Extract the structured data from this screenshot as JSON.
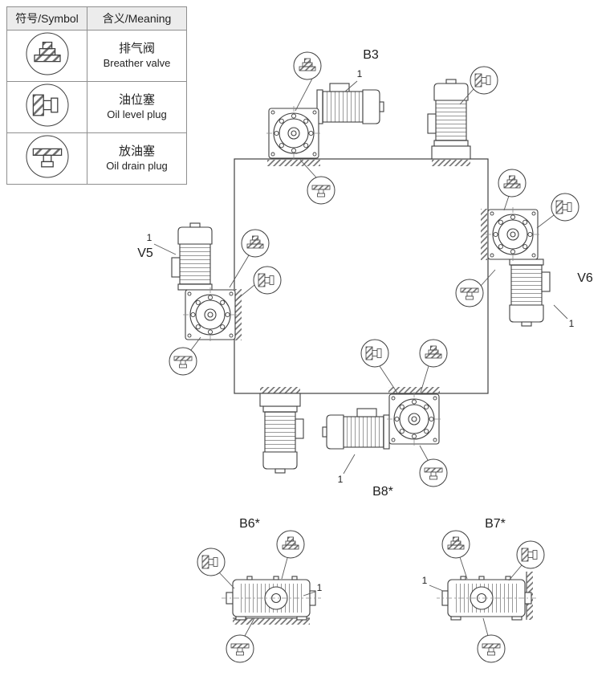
{
  "legend": {
    "header_symbol": "符号/Symbol",
    "header_meaning": "含义/Meaning",
    "rows": [
      {
        "icon": "breather-valve-icon",
        "zh": "排气阀",
        "en": "Breather valve"
      },
      {
        "icon": "oil-level-plug-icon",
        "zh": "油位塞",
        "en": "Oil level plug"
      },
      {
        "icon": "oil-drain-plug-icon",
        "zh": "放油塞",
        "en": "Oil drain plug"
      }
    ]
  },
  "positions": {
    "b3": "B3",
    "v5": "V5",
    "v6": "V6",
    "b8": "B8*",
    "b6": "B6*",
    "b7": "B7*"
  },
  "refs": {
    "motor": "1"
  },
  "colors": {
    "line": "#3f3f3f",
    "hatch": "#6a6a6a",
    "legend_header_bg": "#ececec",
    "background": "#ffffff"
  }
}
